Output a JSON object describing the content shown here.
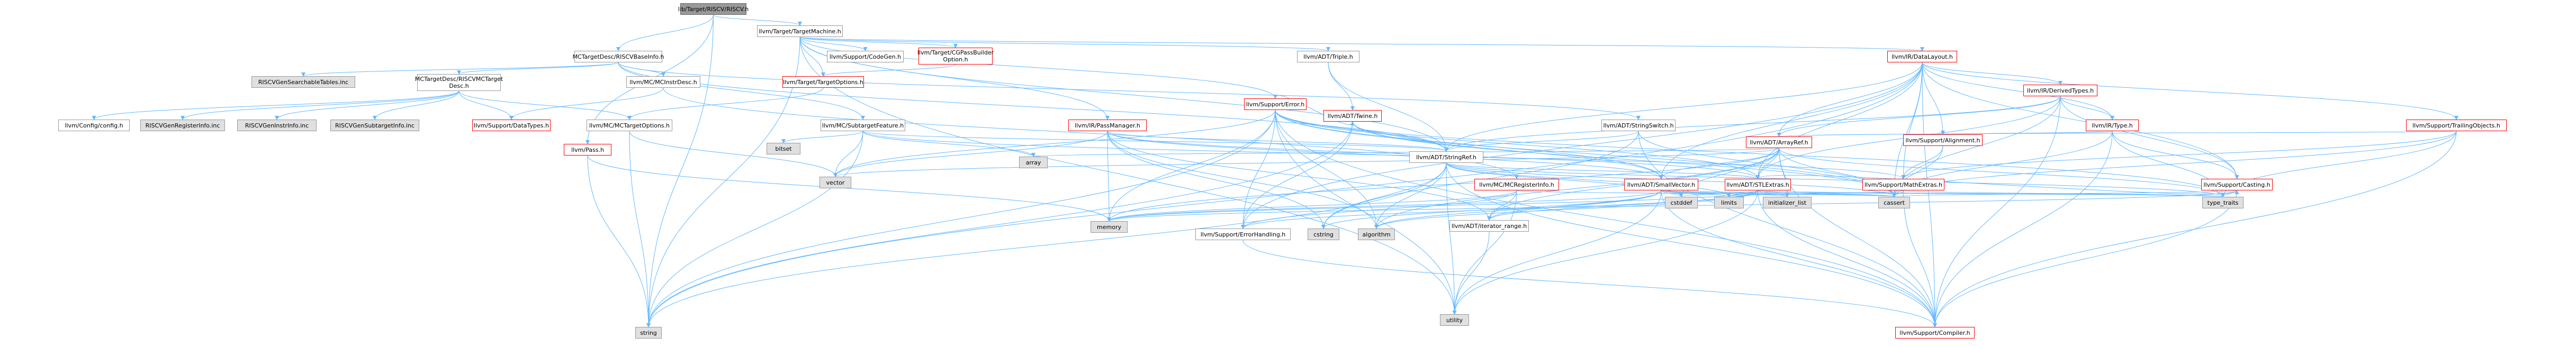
{
  "colors": {
    "edge": "#63b8ff",
    "red_border": "#ff0000",
    "root_fill": "#999999",
    "system_fill": "#e0e0e0"
  },
  "nodes": [
    {
      "id": "root",
      "label": "lib/Target/RISCV/RISCV.h",
      "kind": "root"
    },
    {
      "id": "tm",
      "label": "llvm/Target/TargetMachine.h",
      "kind": "normal"
    },
    {
      "id": "mcbase",
      "label": "MCTargetDesc/RISCVBaseInfo.h",
      "kind": "normal"
    },
    {
      "id": "codegen",
      "label": "llvm/Support/CodeGen.h",
      "kind": "normal"
    },
    {
      "id": "cgpass",
      "label": "llvm/Target/CGPassBuilder\nOption.h",
      "kind": "red"
    },
    {
      "id": "triple",
      "label": "llvm/ADT/Triple.h",
      "kind": "normal"
    },
    {
      "id": "datalayout",
      "label": "llvm/IR/DataLayout.h",
      "kind": "red"
    },
    {
      "id": "searchable",
      "label": "RISCVGenSearchableTables.inc",
      "kind": "inc"
    },
    {
      "id": "mctd",
      "label": "MCTargetDesc/RISCVMCTarget\nDesc.h",
      "kind": "normal"
    },
    {
      "id": "mcinstdesc",
      "label": "llvm/MC/MCInstrDesc.h",
      "kind": "normal"
    },
    {
      "id": "targetopts",
      "label": "llvm/Target/TargetOptions.h",
      "kind": "red"
    },
    {
      "id": "derived",
      "label": "llvm/IR/DerivedTypes.h",
      "kind": "red"
    },
    {
      "id": "supporterror",
      "label": "llvm/Support/Error.h",
      "kind": "red"
    },
    {
      "id": "config",
      "label": "llvm/Config/config.h",
      "kind": "normal"
    },
    {
      "id": "reginfo",
      "label": "RISCVGenRegisterInfo.inc",
      "kind": "inc"
    },
    {
      "id": "instrinfo",
      "label": "RISCVGenInstrInfo.inc",
      "kind": "inc"
    },
    {
      "id": "subtgtinfo",
      "label": "RISCVGenSubtargetInfo.inc",
      "kind": "inc"
    },
    {
      "id": "datatypes",
      "label": "llvm/Support/DataTypes.h",
      "kind": "red"
    },
    {
      "id": "mctargetopts",
      "label": "llvm/MC/MCTargetOptions.h",
      "kind": "normal"
    },
    {
      "id": "subtgtfeature",
      "label": "llvm/MC/SubtargetFeature.h",
      "kind": "normal"
    },
    {
      "id": "passmanager",
      "label": "llvm/IR/PassManager.h",
      "kind": "red"
    },
    {
      "id": "twine",
      "label": "llvm/ADT/Twine.h",
      "kind": "red"
    },
    {
      "id": "stringswitch",
      "label": "llvm/ADT/StringSwitch.h",
      "kind": "normal"
    },
    {
      "id": "irtype",
      "label": "llvm/IR/Type.h",
      "kind": "red"
    },
    {
      "id": "trailing",
      "label": "llvm/Support/TrailingObjects.h",
      "kind": "red"
    },
    {
      "id": "alignment",
      "label": "llvm/Support/Alignment.h",
      "kind": "red"
    },
    {
      "id": "pass",
      "label": "llvm/Pass.h",
      "kind": "red"
    },
    {
      "id": "bitset",
      "label": "bitset",
      "kind": "sys"
    },
    {
      "id": "stringref",
      "label": "llvm/ADT/StringRef.h",
      "kind": "normal"
    },
    {
      "id": "arrayref",
      "label": "llvm/ADT/ArrayRef.h",
      "kind": "red"
    },
    {
      "id": "vector",
      "label": "vector",
      "kind": "sys"
    },
    {
      "id": "array",
      "label": "array",
      "kind": "sys"
    },
    {
      "id": "mcreginfo",
      "label": "llvm/MC/MCRegisterInfo.h",
      "kind": "red"
    },
    {
      "id": "smallvector",
      "label": "llvm/ADT/SmallVector.h",
      "kind": "red"
    },
    {
      "id": "stlextras",
      "label": "llvm/ADT/STLExtras.h",
      "kind": "red"
    },
    {
      "id": "mathextras",
      "label": "llvm/Support/MathExtras.h",
      "kind": "red"
    },
    {
      "id": "casting",
      "label": "llvm/Support/Casting.h",
      "kind": "red"
    },
    {
      "id": "memory",
      "label": "memory",
      "kind": "sys"
    },
    {
      "id": "errorhandling",
      "label": "llvm/Support/ErrorHandling.h",
      "kind": "normal"
    },
    {
      "id": "cstring",
      "label": "cstring",
      "kind": "sys"
    },
    {
      "id": "algorithm",
      "label": "algorithm",
      "kind": "sys"
    },
    {
      "id": "iterrange",
      "label": "llvm/ADT/iterator_range.h",
      "kind": "normal"
    },
    {
      "id": "cstddef",
      "label": "cstddef",
      "kind": "sys"
    },
    {
      "id": "limits",
      "label": "limits",
      "kind": "sys"
    },
    {
      "id": "initlist",
      "label": "initializer_list",
      "kind": "sys"
    },
    {
      "id": "cassert",
      "label": "cassert",
      "kind": "sys"
    },
    {
      "id": "typetraits",
      "label": "type_traits",
      "kind": "sys"
    },
    {
      "id": "string",
      "label": "string",
      "kind": "sys"
    },
    {
      "id": "utility",
      "label": "utility",
      "kind": "sys"
    },
    {
      "id": "compiler",
      "label": "llvm/Support/Compiler.h",
      "kind": "red"
    }
  ],
  "edges": [
    [
      "root",
      "tm"
    ],
    [
      "root",
      "mcbase"
    ],
    [
      "root",
      "string"
    ],
    [
      "root",
      "pass"
    ],
    [
      "tm",
      "codegen"
    ],
    [
      "tm",
      "cgpass"
    ],
    [
      "tm",
      "triple"
    ],
    [
      "tm",
      "datalayout"
    ],
    [
      "tm",
      "targetopts"
    ],
    [
      "tm",
      "supporterror"
    ],
    [
      "tm",
      "passmanager"
    ],
    [
      "tm",
      "stringref"
    ],
    [
      "tm",
      "utility"
    ],
    [
      "tm",
      "string"
    ],
    [
      "mcbase",
      "searchable"
    ],
    [
      "mcbase",
      "mctd"
    ],
    [
      "mcbase",
      "mcinstdesc"
    ],
    [
      "mcbase",
      "subtgtfeature"
    ],
    [
      "mcbase",
      "stringswitch"
    ],
    [
      "mcbase",
      "stringref"
    ],
    [
      "cgpass",
      "targetopts"
    ],
    [
      "triple",
      "twine"
    ],
    [
      "triple",
      "stringref"
    ],
    [
      "datalayout",
      "derived"
    ],
    [
      "datalayout",
      "irtype"
    ],
    [
      "datalayout",
      "trailing"
    ],
    [
      "datalayout",
      "alignment"
    ],
    [
      "datalayout",
      "arrayref"
    ],
    [
      "datalayout",
      "stringref"
    ],
    [
      "datalayout",
      "smallvector"
    ],
    [
      "datalayout",
      "stlextras"
    ],
    [
      "datalayout",
      "mathextras"
    ],
    [
      "datalayout",
      "casting"
    ],
    [
      "datalayout",
      "cassert"
    ],
    [
      "datalayout",
      "string"
    ],
    [
      "datalayout",
      "errorhandling"
    ],
    [
      "datalayout",
      "compiler"
    ],
    [
      "mctd",
      "config"
    ],
    [
      "mctd",
      "reginfo"
    ],
    [
      "mctd",
      "instrinfo"
    ],
    [
      "mctd",
      "subtgtinfo"
    ],
    [
      "mctd",
      "datatypes"
    ],
    [
      "mctd",
      "mctargetopts"
    ],
    [
      "mcinstdesc",
      "mcreginfo"
    ],
    [
      "mcinstdesc",
      "datatypes"
    ],
    [
      "mctargetopts",
      "string"
    ],
    [
      "mctargetopts",
      "vector"
    ],
    [
      "targetopts",
      "mctargetopts"
    ],
    [
      "derived",
      "irtype"
    ],
    [
      "derived",
      "arrayref"
    ],
    [
      "derived",
      "stringref"
    ],
    [
      "derived",
      "stlextras"
    ],
    [
      "derived",
      "casting"
    ],
    [
      "derived",
      "cassert"
    ],
    [
      "derived",
      "compiler"
    ],
    [
      "supporterror",
      "twine"
    ],
    [
      "supporterror",
      "stringref"
    ],
    [
      "supporterror",
      "stlextras"
    ],
    [
      "supporterror",
      "smallvector"
    ],
    [
      "supporterror",
      "errorhandling"
    ],
    [
      "supporterror",
      "memory"
    ],
    [
      "supporterror",
      "cassert"
    ],
    [
      "supporterror",
      "string"
    ],
    [
      "supporterror",
      "vector"
    ],
    [
      "supporterror",
      "utility"
    ],
    [
      "supporterror",
      "compiler"
    ],
    [
      "supporterror",
      "typetraits"
    ],
    [
      "supporterror",
      "algorithm"
    ],
    [
      "subtgtfeature",
      "stringref"
    ],
    [
      "subtgtfeature",
      "bitset"
    ],
    [
      "subtgtfeature",
      "vector"
    ],
    [
      "subtgtfeature",
      "array"
    ],
    [
      "subtgtfeature",
      "string"
    ],
    [
      "subtgtfeature",
      "mathextras"
    ],
    [
      "passmanager",
      "stringref"
    ],
    [
      "passmanager",
      "smallvector"
    ],
    [
      "passmanager",
      "stlextras"
    ],
    [
      "passmanager",
      "memory"
    ],
    [
      "passmanager",
      "vector"
    ],
    [
      "passmanager",
      "algorithm"
    ],
    [
      "passmanager",
      "cstring"
    ],
    [
      "passmanager",
      "iterrange"
    ],
    [
      "twine",
      "smallvector"
    ],
    [
      "twine",
      "stringref"
    ],
    [
      "twine",
      "errorhandling"
    ],
    [
      "twine",
      "cassert"
    ],
    [
      "twine",
      "string"
    ],
    [
      "stringswitch",
      "stringref"
    ],
    [
      "stringswitch",
      "compiler"
    ],
    [
      "stringswitch",
      "cassert"
    ],
    [
      "stringswitch",
      "cstring"
    ],
    [
      "irtype",
      "arrayref"
    ],
    [
      "irtype",
      "casting"
    ],
    [
      "irtype",
      "compiler"
    ],
    [
      "irtype",
      "cassert"
    ],
    [
      "irtype",
      "typetraits"
    ],
    [
      "trailing",
      "alignment"
    ],
    [
      "trailing",
      "mathextras"
    ],
    [
      "trailing",
      "compiler"
    ],
    [
      "trailing",
      "typetraits"
    ],
    [
      "trailing",
      "cassert"
    ],
    [
      "alignment",
      "mathextras"
    ],
    [
      "alignment",
      "cassert"
    ],
    [
      "pass",
      "string"
    ],
    [
      "pass",
      "memory"
    ],
    [
      "stringref",
      "stlextras"
    ],
    [
      "stringref",
      "compiler"
    ],
    [
      "stringref",
      "algorithm"
    ],
    [
      "stringref",
      "cassert"
    ],
    [
      "stringref",
      "cstddef"
    ],
    [
      "stringref",
      "cstring"
    ],
    [
      "stringref",
      "limits"
    ],
    [
      "stringref",
      "string"
    ],
    [
      "stringref",
      "typetraits"
    ],
    [
      "stringref",
      "utility"
    ],
    [
      "arrayref",
      "smallvector"
    ],
    [
      "arrayref",
      "stlextras"
    ],
    [
      "arrayref",
      "compiler"
    ],
    [
      "arrayref",
      "algorithm"
    ],
    [
      "arrayref",
      "array"
    ],
    [
      "arrayref",
      "cassert"
    ],
    [
      "arrayref",
      "cstddef"
    ],
    [
      "arrayref",
      "initlist"
    ],
    [
      "arrayref",
      "iterrange"
    ],
    [
      "arrayref",
      "memory"
    ],
    [
      "arrayref",
      "typetraits"
    ],
    [
      "arrayref",
      "vector"
    ],
    [
      "mcreginfo",
      "memory"
    ],
    [
      "mcreginfo",
      "errorhandling"
    ],
    [
      "mcreginfo",
      "cassert"
    ],
    [
      "mcreginfo",
      "utility"
    ],
    [
      "mcreginfo",
      "iterrange"
    ],
    [
      "smallvector",
      "compiler"
    ],
    [
      "smallvector",
      "algorithm"
    ],
    [
      "smallvector",
      "cassert"
    ],
    [
      "smallvector",
      "cstddef"
    ],
    [
      "smallvector",
      "cstring"
    ],
    [
      "smallvector",
      "initlist"
    ],
    [
      "smallvector",
      "limits"
    ],
    [
      "smallvector",
      "memory"
    ],
    [
      "smallvector",
      "iterrange"
    ],
    [
      "smallvector",
      "typetraits"
    ],
    [
      "smallvector",
      "utility"
    ],
    [
      "stlextras",
      "iterrange"
    ],
    [
      "stlextras",
      "errorhandling"
    ],
    [
      "stlextras",
      "algorithm"
    ],
    [
      "stlextras",
      "cassert"
    ],
    [
      "stlextras",
      "cstddef"
    ],
    [
      "stlextras",
      "initlist"
    ],
    [
      "stlextras",
      "limits"
    ],
    [
      "stlextras",
      "memory"
    ],
    [
      "stlextras",
      "typetraits"
    ],
    [
      "stlextras",
      "utility"
    ],
    [
      "stlextras",
      "casting"
    ],
    [
      "stlextras",
      "compiler"
    ],
    [
      "mathextras",
      "compiler"
    ],
    [
      "mathextras",
      "cassert"
    ],
    [
      "mathextras",
      "limits"
    ],
    [
      "mathextras",
      "typetraits"
    ],
    [
      "casting",
      "compiler"
    ],
    [
      "casting",
      "cassert"
    ],
    [
      "casting",
      "memory"
    ],
    [
      "casting",
      "typetraits"
    ],
    [
      "errorhandling",
      "compiler"
    ],
    [
      "iterrange",
      "utility"
    ]
  ]
}
